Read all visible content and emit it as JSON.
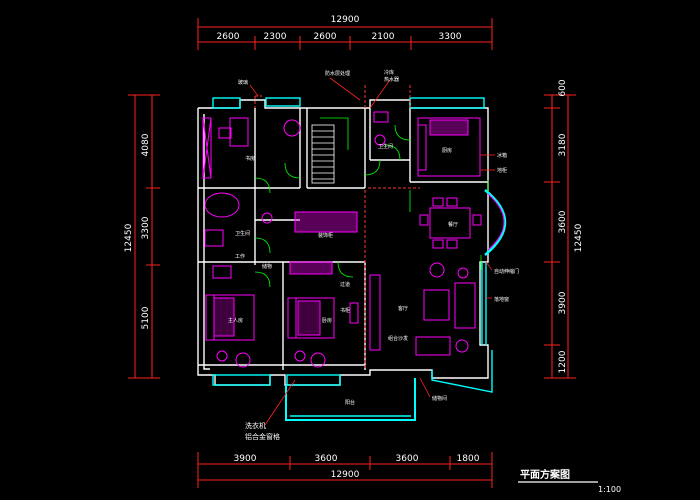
{
  "dimensions": {
    "top_total": "12900",
    "top_segments": [
      "2600",
      "2300",
      "2600",
      "2100",
      "3300"
    ],
    "bottom_total": "12900",
    "bottom_segments": [
      "3900",
      "3600",
      "3600",
      "1800"
    ],
    "left_total": "12450",
    "left_segments": [
      "4080",
      "3300",
      "5100"
    ],
    "right_total": "12450",
    "right_segments": [
      "600",
      "3180",
      "3600",
      "3900",
      "1200"
    ]
  },
  "title": {
    "text": "平面方案图",
    "scale": "1:100"
  },
  "room_labels": {
    "study": "书房",
    "kitchen": "厨房",
    "dining": "餐厅",
    "master_bedroom": "主人房",
    "bedroom": "卧房",
    "living": "客厅",
    "balcony": "阳台",
    "bathroom": "卫生间",
    "toilet": "卫生间",
    "utility": "工作",
    "storage": "储物",
    "corridor": "过道"
  },
  "annotations": {
    "top_a": "玻璃",
    "top_b": "防水层处理",
    "top_c": "冷库",
    "top_d": "热水器",
    "right_a": "冰箱",
    "right_b": "地柜",
    "right_c": "自动伸缩门",
    "right_d": "落地窗",
    "mid_a": "装饰柜",
    "mid_b": "组合沙发",
    "mid_c": "书柜",
    "bottom_a": "储物间",
    "note_line1": "洗衣机",
    "note_line2": "铝合金窗格"
  },
  "colors": {
    "wall": "#ffffff",
    "window": "#00ffff",
    "furniture": "#ff00ff",
    "door": "#00ff00",
    "hidden": "#ff3333",
    "dimension": "#ff2222",
    "text": "#ffffff"
  }
}
